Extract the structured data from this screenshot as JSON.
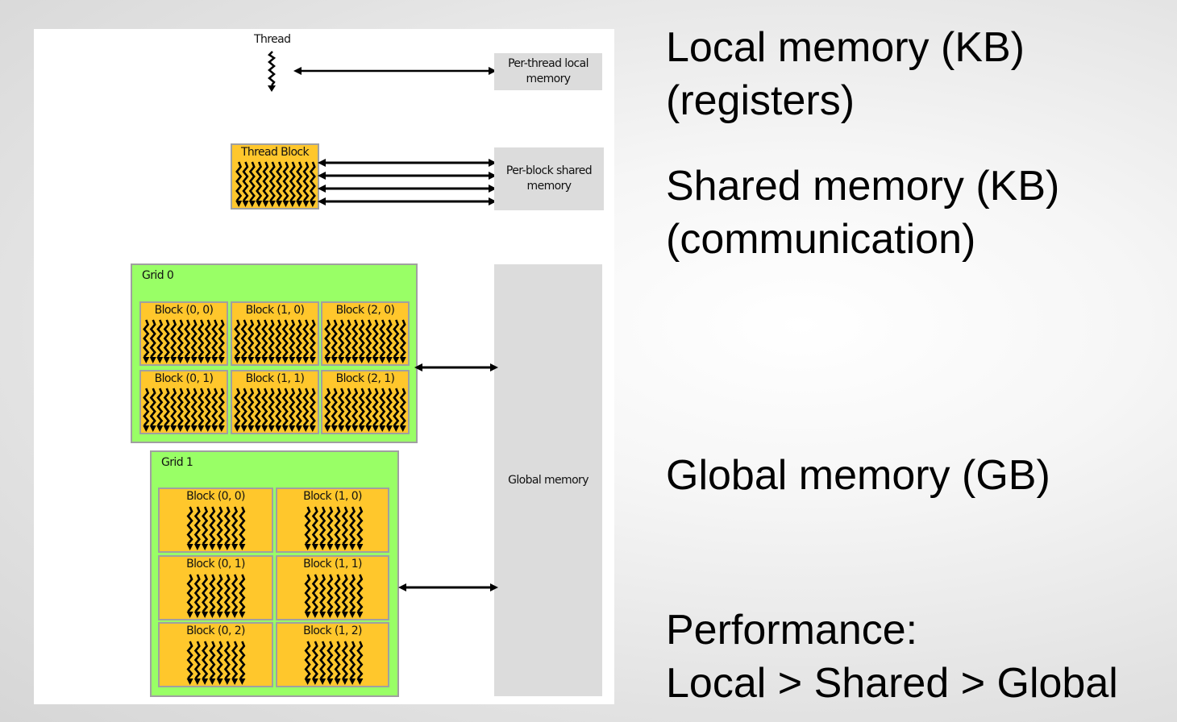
{
  "diagram": {
    "thread": {
      "label": "Thread"
    },
    "thread_block": {
      "label": "Thread Block"
    },
    "memories": {
      "per_thread_local": [
        "Per-thread local",
        "memory"
      ],
      "per_block_shared": [
        "Per-block shared",
        "memory"
      ],
      "global": "Global memory"
    },
    "grid0": {
      "label": "Grid 0",
      "blocks": [
        "Block (0, 0)",
        "Block (1, 0)",
        "Block (2, 0)",
        "Block (0, 1)",
        "Block (1, 1)",
        "Block (2, 1)"
      ]
    },
    "grid1": {
      "label": "Grid 1",
      "blocks": [
        "Block (0, 0)",
        "Block (1, 0)",
        "Block (0, 1)",
        "Block (1, 1)",
        "Block (0, 2)",
        "Block (1, 2)"
      ]
    },
    "colors": {
      "grid_fill": "#99ff66",
      "block_fill": "#ffc72c",
      "memory_fill": "#dcdcdc",
      "border": "#a0a0a0"
    }
  },
  "bullets": {
    "local": [
      "Local memory (KB)",
      "(registers)"
    ],
    "shared": [
      "Shared memory (KB)",
      "(communication)"
    ],
    "global": [
      "Global memory (GB)"
    ],
    "performance": [
      "Performance:",
      "Local > Shared > Global"
    ]
  }
}
